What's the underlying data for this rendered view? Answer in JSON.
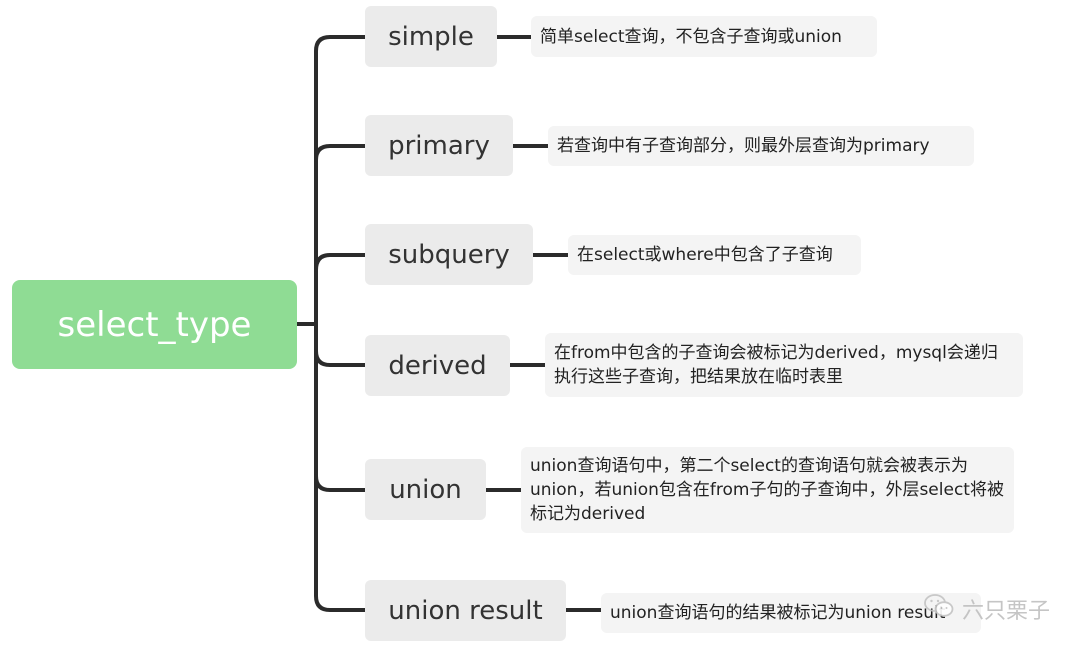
{
  "root": {
    "label": "select_type",
    "color": "#8fdc94"
  },
  "branches": [
    {
      "label": "simple",
      "desc": "简单select查询，不包含子查询或union"
    },
    {
      "label": "primary",
      "desc": "若查询中有子查询部分，则最外层查询为primary"
    },
    {
      "label": "subquery",
      "desc": "在select或where中包含了子查询"
    },
    {
      "label": "derived",
      "desc": "在from中包含的子查询会被标记为derived，mysql会递归执行这些子查询，把结果放在临时表里"
    },
    {
      "label": "union",
      "desc": "union查询语句中，第二个select的查询语句就会被表示为union，若union包含在from子句的子查询中，外层select将被标记为derived"
    },
    {
      "label": "union result",
      "desc": "union查询语句的结果被标记为union result"
    }
  ],
  "watermark": {
    "text": "六只栗子",
    "icon": "wechat-icon"
  },
  "colors": {
    "connector": "#2b2b2b",
    "node_bg": "#ebebeb",
    "desc_bg": "#f4f4f4"
  }
}
